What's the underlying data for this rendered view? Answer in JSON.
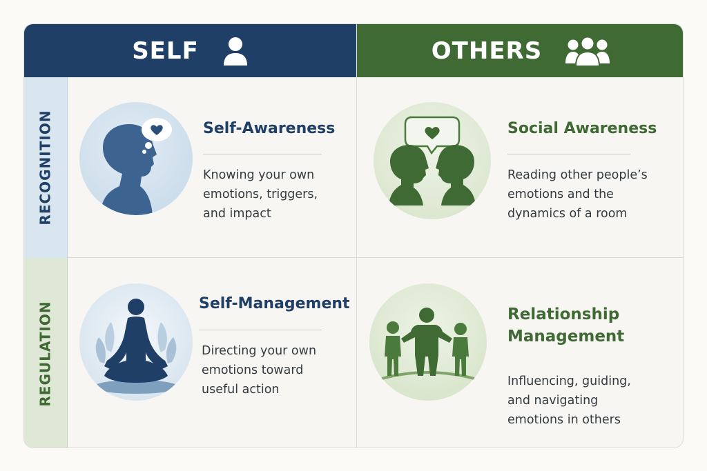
{
  "header": {
    "self_label": "SELF",
    "others_label": "OTHERS"
  },
  "rows": {
    "recognition_label": "RECOGNITION",
    "regulation_label": "REGULATION"
  },
  "quadrants": {
    "self_awareness": {
      "title": "Self-Awareness",
      "desc": [
        "Knowing your own",
        "emotions, triggers,",
        "and impact"
      ],
      "icon": "head-with-heart-thought-icon"
    },
    "social_awareness": {
      "title": "Social Awareness",
      "desc": [
        "Reading other people’s",
        "emotions and the",
        "dynamics of a room"
      ],
      "icon": "two-heads-with-heart-bubble-icon"
    },
    "self_management": {
      "title": "Self-Management",
      "desc": [
        "Directing your own",
        "emotions toward",
        "useful action"
      ],
      "icon": "meditating-person-icon"
    },
    "relationship_management": {
      "title": [
        "Relationship",
        "Management"
      ],
      "desc": [
        "Influencing, guiding,",
        "and navigating",
        "emotions in others"
      ],
      "icon": "three-people-group-icon"
    }
  },
  "colors": {
    "self_blue": "#1f3f66",
    "others_green": "#3f6a33",
    "recognition_band": "#d9e6f0",
    "regulation_band": "#dfe8d6"
  }
}
